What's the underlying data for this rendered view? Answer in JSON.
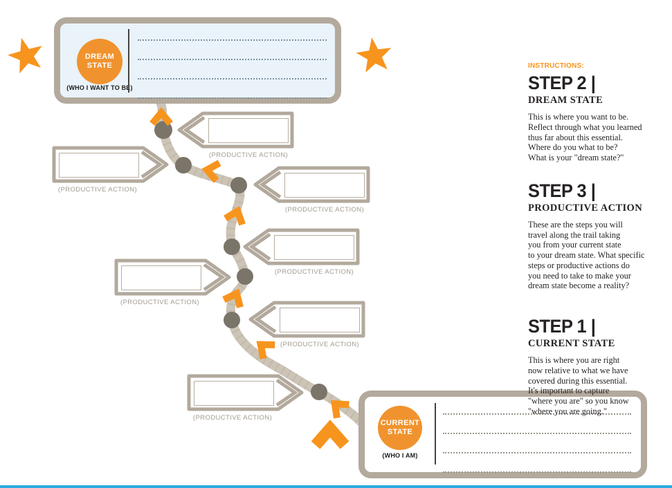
{
  "dream_state_box": {
    "badge_line1": "DREAM",
    "badge_line2": "STATE",
    "caption": "(WHO I WANT TO BE)"
  },
  "current_state_box": {
    "badge_line1": "CURRENT",
    "badge_line2": "STATE",
    "caption": "(WHO I AM)"
  },
  "trail": {
    "productive_action_label": "(PRODUCTIVE ACTION)"
  },
  "instructions": {
    "heading": "INSTRUCTIONS:",
    "steps": [
      {
        "title": "STEP 2 |",
        "subtitle": "DREAM STATE",
        "body": "This is where you want to be.\nReflect through what you learned\nthus far about this essential.\nWhere do you what to be?\nWhat is your \"dream state?\""
      },
      {
        "title": "STEP 3 |",
        "subtitle": "PRODUCTIVE ACTION",
        "body": "These are the steps you will\ntravel along the trail taking\nyou from your current state\nto your dream state. What specific\nsteps or productive  actions do\nyou need to take  to make your\ndream state  become a reality?"
      },
      {
        "title": "STEP 1 |",
        "subtitle": "CURRENT STATE",
        "body": "This is where you are right\nnow relative to what we have\ncovered during this essential.\nIt's important to capture\n\"where you are\" so you know\n\"where you are going.\""
      }
    ]
  },
  "colors": {
    "accent_orange": "#f7941e",
    "trail_tan": "#ccc4b6",
    "border_tan": "#b3a99c",
    "dot_gray": "#7b7469",
    "dream_box_fill": "#e9f3f9",
    "bottom_bar_blue": "#2dabe2"
  }
}
